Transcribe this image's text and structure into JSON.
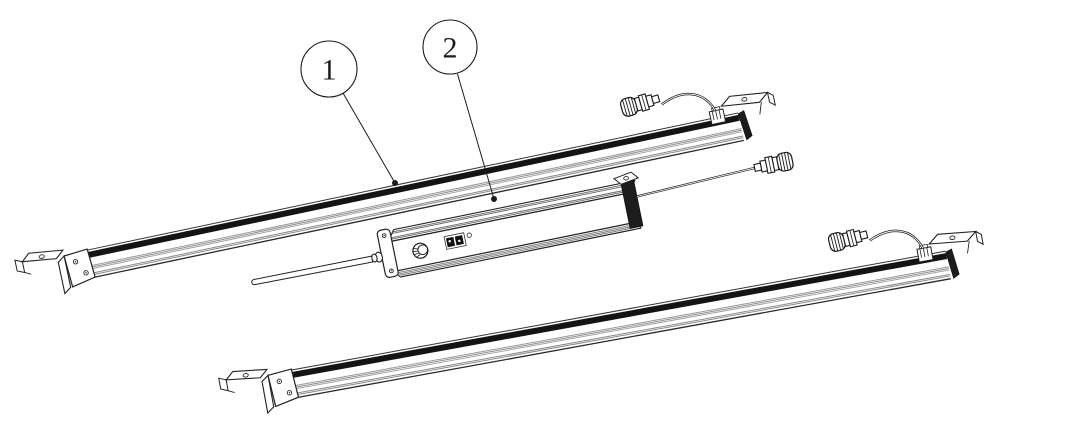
{
  "diagram": {
    "kind": "exploded-parts-line-drawing",
    "background_color": "#ffffff",
    "line_color": "#1c1c1c",
    "ridge_color": "#8f8f8f",
    "stripe_color": "#141414",
    "callouts": [
      {
        "label": "1",
        "target": "upper-light-bar"
      },
      {
        "label": "2",
        "target": "led-driver-box"
      }
    ],
    "parts": [
      {
        "name": "upper-light-bar"
      },
      {
        "name": "led-driver-box"
      },
      {
        "name": "lower-light-bar"
      }
    ]
  }
}
